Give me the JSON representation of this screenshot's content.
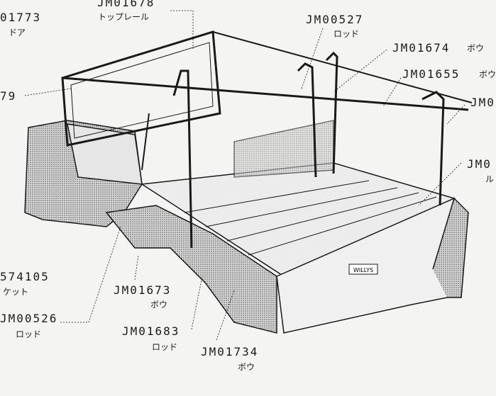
{
  "diagram": {
    "callouts": [
      {
        "part": "01773",
        "name": "ドア"
      },
      {
        "part": "JM01678",
        "name": "トップレール"
      },
      {
        "part": "79",
        "name": ""
      },
      {
        "part": "JM00527",
        "name": "ロッド"
      },
      {
        "part": "JM01674",
        "name": "ボウ"
      },
      {
        "part": "JM01655",
        "name": "ボウ"
      },
      {
        "part": "JM0",
        "name": ""
      },
      {
        "part": "JM0",
        "name": "ル"
      },
      {
        "part": "574105",
        "name": "ケット"
      },
      {
        "part": "JM00526",
        "name": "ロッド"
      },
      {
        "part": "JM01673",
        "name": "ボウ"
      },
      {
        "part": "JM01683",
        "name": "ロッド"
      },
      {
        "part": "JM01734",
        "name": "ボウ"
      }
    ],
    "tailgate_badge": "WILLYS",
    "colors": {
      "paper": "#f4f5f3",
      "ink": "#1a1a1a",
      "shade": "#8a8a8a"
    }
  }
}
